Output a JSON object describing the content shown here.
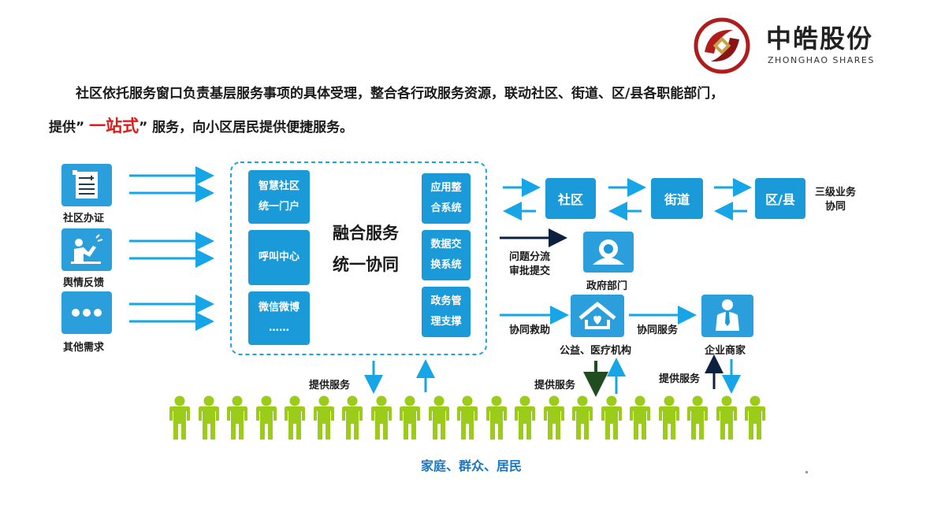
{
  "brand": {
    "name_cn": "中皓股份",
    "name_en": "ZHONGHAO SHARES"
  },
  "heading": {
    "line1": "社区依托服务窗口负责基层服务事项的具体受理，整合各行政服务资源，联动社区、街道、区/县各职能部门，",
    "line2_pre": "提供” ",
    "line2_highlight": "一站式",
    "line2_post": "” 服务，向小区居民提供便捷服务。"
  },
  "left_sources": [
    {
      "label": "社区办证",
      "icon": "id-card-icon"
    },
    {
      "label": "舆情反馈",
      "icon": "feedback-person-icon"
    },
    {
      "label": "其他需求",
      "icon": "more-dots-icon"
    }
  ],
  "platform": {
    "channels": [
      "智慧社区\n统一门户",
      "呼叫中心",
      "微信微博\n……"
    ],
    "center_title": [
      "融合服务",
      "统一协同"
    ],
    "systems": [
      "应用整\n合系统",
      "数据交\n换系统",
      "政务管\n理支撑"
    ]
  },
  "levels": {
    "items": [
      "社区",
      "街道",
      "区/县"
    ],
    "note": [
      "三级业务",
      "协同"
    ]
  },
  "flows": {
    "issue": [
      "问题分流",
      "审批提交"
    ],
    "rescue": "协同救助",
    "collab_service": "协同服务",
    "provide_service": "提供服务"
  },
  "nodes": {
    "government": "政府部门",
    "welfare": "公益、医疗机构",
    "enterprise": "企业商家"
  },
  "residents": {
    "label": "家庭、群众、居民",
    "count": 21
  },
  "colors": {
    "primary_blue": "#1a9ad9",
    "arrow_blue": "#16a6e8",
    "dark_navy": "#0c2040",
    "dark_green": "#1f4d1f",
    "green_people": "#9ccc1a",
    "accent_red": "#e01818"
  }
}
